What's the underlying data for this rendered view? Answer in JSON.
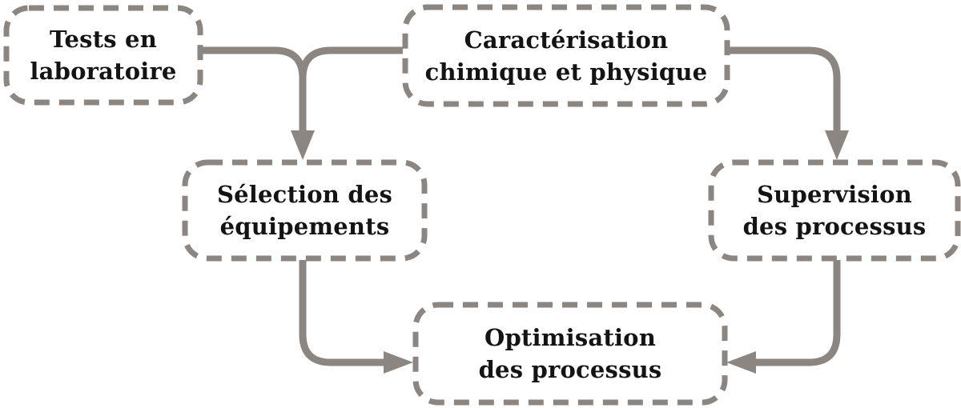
{
  "diagram": {
    "type": "flowchart",
    "language": "fr",
    "colors": {
      "line": "#8b8682",
      "text": "#141414",
      "bg": "#ffffff"
    },
    "nodes": [
      {
        "id": "tests-laboratoire",
        "label": "Tests en laboratoire",
        "lines": [
          "Tests en",
          "laboratoire"
        ]
      },
      {
        "id": "caracterisation",
        "label": "Caractérisation chimique et physique",
        "lines": [
          "Caractérisation",
          "chimique et physique"
        ]
      },
      {
        "id": "selection-equipements",
        "label": "Sélection des équipements",
        "lines": [
          "Sélection des",
          "équipements"
        ]
      },
      {
        "id": "supervision-processus",
        "label": "Supervision des processus",
        "lines": [
          "Supervision",
          "des processus"
        ]
      },
      {
        "id": "optimisation-processus",
        "label": "Optimisation des processus",
        "lines": [
          "Optimisation",
          "des processus"
        ]
      }
    ],
    "edges": [
      {
        "from": "tests-laboratoire",
        "to": "selection-equipements"
      },
      {
        "from": "caracterisation",
        "to": "selection-equipements"
      },
      {
        "from": "caracterisation",
        "to": "supervision-processus"
      },
      {
        "from": "selection-equipements",
        "to": "optimisation-processus"
      },
      {
        "from": "supervision-processus",
        "to": "optimisation-processus"
      }
    ]
  }
}
